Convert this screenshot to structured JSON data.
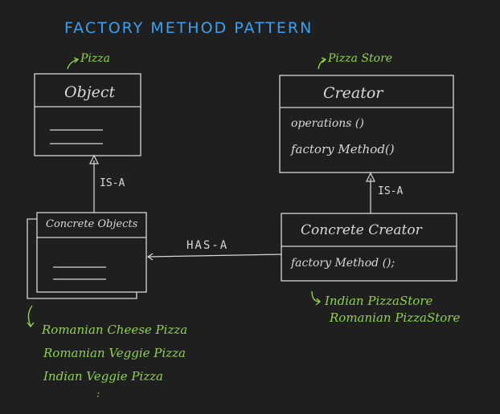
{
  "title": "FACTORY METHOD PATTERN",
  "colors": {
    "background": "#1f1f1f",
    "title": "#3aa0f0",
    "annotation": "#8fd14f",
    "stroke": "#d8d8d8"
  },
  "object_class": {
    "annotation": "Pizza",
    "name": "Object"
  },
  "creator_class": {
    "annotation": "Pizza Store",
    "name": "Creator",
    "members": [
      "operations ()",
      "factory Method()"
    ]
  },
  "concrete_objects_class": {
    "name": "Concrete Objects"
  },
  "concrete_creator_class": {
    "name": "Concrete Creator",
    "members": [
      "factory Method ();"
    ]
  },
  "relations": {
    "object_is_a": "IS-A",
    "creator_is_a": "IS-A",
    "has_a": "HAS-A"
  },
  "concrete_creator_examples": [
    "Indian PizzaStore",
    "Romanian PizzaStore"
  ],
  "concrete_object_examples": [
    "Romanian Cheese Pizza",
    "Romanian Veggie Pizza",
    "Indian Veggie Pizza",
    ":"
  ]
}
